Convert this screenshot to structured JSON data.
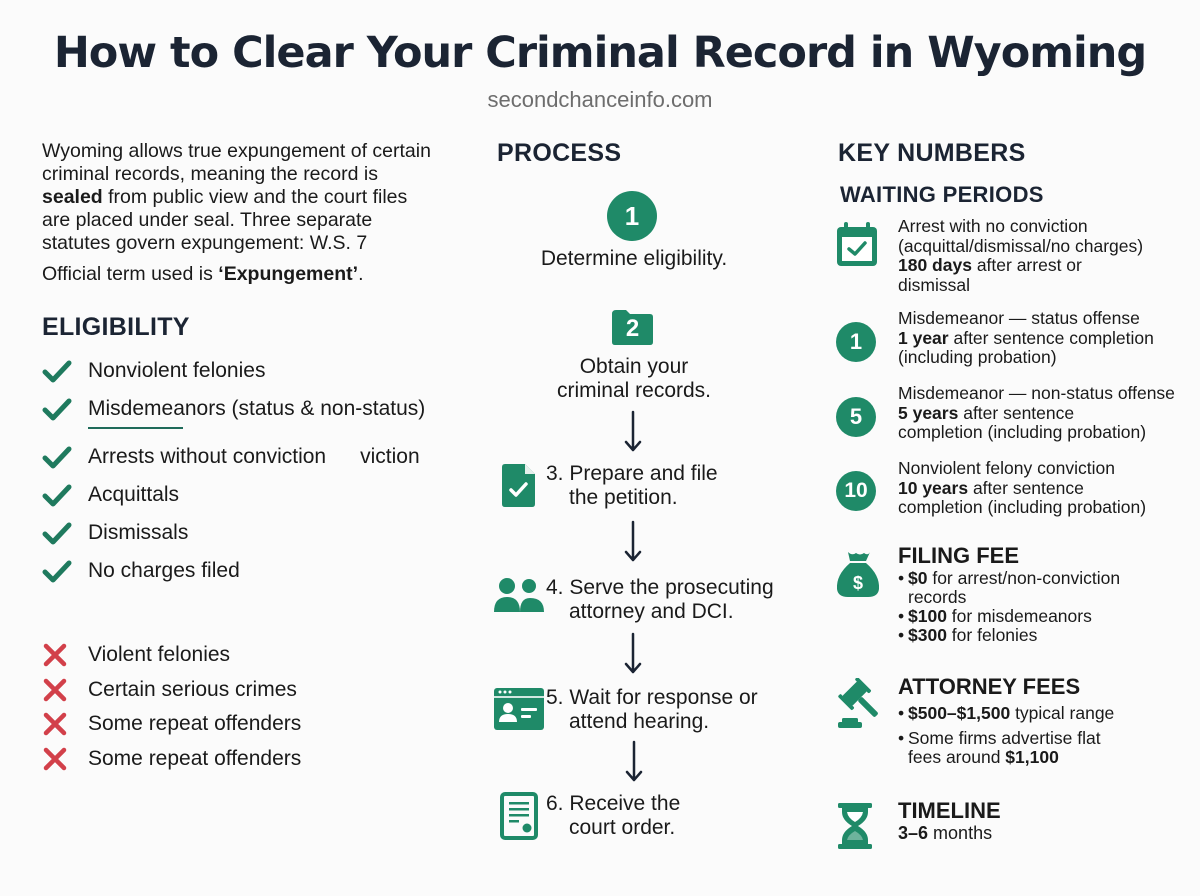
{
  "header": {
    "title": "How to Clear Your Criminal Record in Wyoming",
    "subtitle": "secondchanceinfo.com"
  },
  "intro": {
    "line1": "Wyoming allows true expungement of certain",
    "line2": "criminal records, meaning the record is",
    "line3_bold": "sealed",
    "line3_rest": " from public view and the court files",
    "line4": "are placed under seal. Three separate",
    "line5": "statutes govern expungement: W.S. 7",
    "term_prefix": "Official term used is ",
    "term_bold": "‘Expungement’",
    "term_suffix": "."
  },
  "eligibility": {
    "heading": "ELIGIBILITY",
    "eligible": [
      {
        "label": "Nonviolent felonies"
      },
      {
        "label": "Misdemeanors (status & non-status)"
      },
      {
        "label": "Arrests without conviction",
        "ghost": "viction"
      },
      {
        "label": "Acquittals"
      },
      {
        "label": "Dismissals"
      },
      {
        "label": "No charges filed"
      }
    ],
    "ineligible": [
      {
        "label": "Violent felonies"
      },
      {
        "label": "Certain serious crimes"
      },
      {
        "label": "Some repeat offenders"
      },
      {
        "label": "Some repeat offenders"
      }
    ]
  },
  "process": {
    "heading": "PROCESS",
    "steps": [
      {
        "number": "1",
        "icon": "numbered-circle-icon",
        "text": "Determine eligibility."
      },
      {
        "number": "2",
        "icon": "folder-icon",
        "line1": "Obtain your",
        "line2": "criminal records."
      },
      {
        "number": "3",
        "icon": "document-check-icon",
        "line1": "3. Prepare and file",
        "line2": "the petition."
      },
      {
        "number": "4",
        "icon": "people-icon",
        "line1": "4. Serve the prosecuting",
        "line2": "attorney and DCI."
      },
      {
        "number": "5",
        "icon": "id-card-window-icon",
        "line1": "5. Wait for response or",
        "line2": "attend hearing."
      },
      {
        "number": "6",
        "icon": "certificate-icon",
        "line1": "6. Receive the",
        "line2": "court order."
      }
    ]
  },
  "key_numbers": {
    "heading": "KEY NUMBERS",
    "waiting_heading": "WAITING PERIODS",
    "waiting": [
      {
        "icon": "calendar-check-icon",
        "title": "Arrest with no conviction",
        "sub": "(acquittal/dismissal/no charges)",
        "bold": "180 days",
        "rest": " after arrest or",
        "rest2": "dismissal"
      },
      {
        "badge": "1",
        "title": "Misdemeanor — status offense",
        "bold": "1 year",
        "rest": " after sentence completion",
        "rest2": "(including probation)"
      },
      {
        "badge": "5",
        "title": "Misdemeanor — non-status offense",
        "bold": "5 years",
        "rest": " after sentence",
        "rest2": "completion (including probation)"
      },
      {
        "badge": "10",
        "title": "Nonviolent felony conviction",
        "bold": "10 years",
        "rest": " after sentence",
        "rest2": "completion (including probation)"
      }
    ],
    "filing_fee": {
      "heading": "FILING FEE",
      "items": [
        {
          "bold": "$0",
          "rest": " for arrest/non-conviction",
          "cont": "records"
        },
        {
          "bold": "$100",
          "rest": " for misdemeanors"
        },
        {
          "bold": "$300",
          "rest": " for felonies"
        }
      ]
    },
    "attorney_fees": {
      "heading": "ATTORNEY FEES",
      "items": [
        {
          "bold": "$500–$1,500",
          "rest": " typical range"
        },
        {
          "rest": "Some firms advertise flat",
          "cont": "fees around ",
          "cont_bold": "$1,100"
        }
      ]
    },
    "timeline": {
      "heading": "TIMELINE",
      "bold": "3–6",
      "rest": " months"
    }
  },
  "colors": {
    "accent_green": "#1f8a68",
    "check_green": "#1f7a5e",
    "cross_red": "#d2404a",
    "heading_navy": "#1b2433",
    "subtitle_gray": "#6d6d6d"
  }
}
